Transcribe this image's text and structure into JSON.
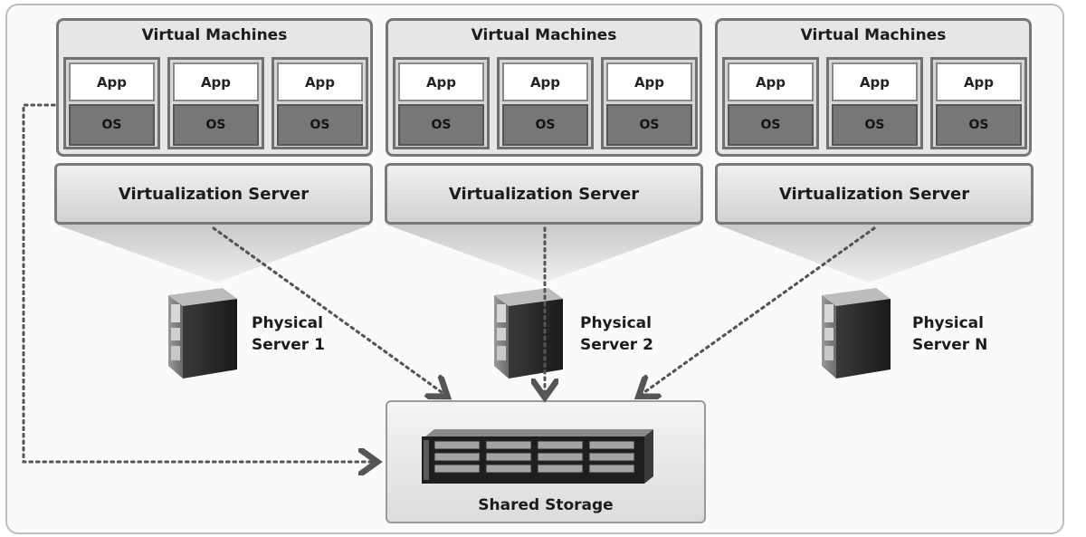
{
  "diagram": {
    "vm_group_title": "Virtual Machines",
    "groups": [
      {
        "vms": [
          {
            "app": "App",
            "os": "OS"
          },
          {
            "app": "App",
            "os": "OS"
          },
          {
            "app": "App",
            "os": "OS"
          }
        ],
        "virtualization_server": "Virtualization Server",
        "physical_server": {
          "line1": "Physical",
          "line2": "Server 1"
        }
      },
      {
        "vms": [
          {
            "app": "App",
            "os": "OS"
          },
          {
            "app": "App",
            "os": "OS"
          },
          {
            "app": "App",
            "os": "OS"
          }
        ],
        "virtualization_server": "Virtualization Server",
        "physical_server": {
          "line1": "Physical",
          "line2": "Server 2"
        }
      },
      {
        "vms": [
          {
            "app": "App",
            "os": "OS"
          },
          {
            "app": "App",
            "os": "OS"
          },
          {
            "app": "App",
            "os": "OS"
          }
        ],
        "virtualization_server": "Virtualization Server",
        "physical_server": {
          "line1": "Physical",
          "line2": "Server N"
        }
      }
    ],
    "shared_storage": "Shared Storage"
  }
}
